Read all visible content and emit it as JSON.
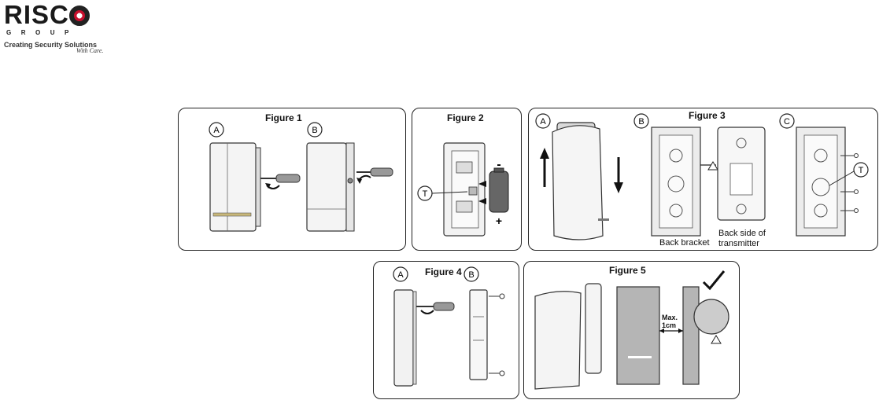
{
  "logo": {
    "name": "RISCO",
    "group": "GROUP",
    "tagline": "Creating Security Solutions",
    "tagline_suffix": "With Care."
  },
  "figures": [
    {
      "title": "Figure 1",
      "markers": [
        "A",
        "B"
      ]
    },
    {
      "title": "Figure 2",
      "markers": [
        "T"
      ],
      "battery": {
        "minus": "-",
        "plus": "+"
      }
    },
    {
      "title": "Figure 3",
      "markers": [
        "A",
        "B",
        "C",
        "T"
      ],
      "labels": {
        "back_bracket": "Back bracket",
        "back_side_line1": "Back side of",
        "back_side_line2": "transmitter"
      }
    },
    {
      "title": "Figure 4",
      "markers": [
        "A",
        "B"
      ]
    },
    {
      "title": "Figure 5",
      "labels": {
        "max_line1": "Max.",
        "max_line2": "1cm"
      }
    }
  ]
}
